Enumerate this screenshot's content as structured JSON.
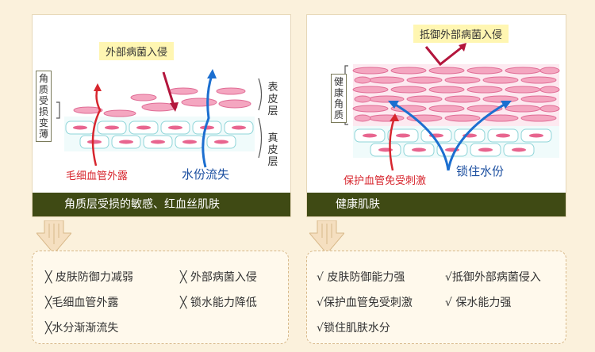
{
  "left_panel": {
    "pathogen_label": "外部病菌入侵",
    "stratum_label": "角质受损变薄",
    "epidermis_label": "表皮层",
    "dermis_label": "真皮层",
    "capillary_label": "毛细血管外露",
    "water_label": "水份流失",
    "caption": "角质层受损的敏感、红血丝肌肤"
  },
  "right_panel": {
    "resist_label": "抵御外部病菌入侵",
    "stratum_label": "健康角质",
    "capillary_label": "保护血管免受刺激",
    "lock_label": "锁住水份",
    "caption": "健康肌肤"
  },
  "left_results": [
    "╳ 皮肤防御力减弱",
    "╳ 外部病菌入侵",
    "╳毛细血管外露",
    "╳ 锁水能力降低",
    "╳水分渐渐流失"
  ],
  "right_results": [
    "√ 皮肤防御能力强",
    "√抵御外部病菌侵入",
    "√保护血管免受刺激",
    "√ 保水能力强",
    "√锁住肌肤水分"
  ],
  "colors": {
    "background": "#fbf1dc",
    "caption_bar": "#3f4a14",
    "red": "#d7262e",
    "blue": "#1c4fa0",
    "pink": "#e8658f"
  }
}
